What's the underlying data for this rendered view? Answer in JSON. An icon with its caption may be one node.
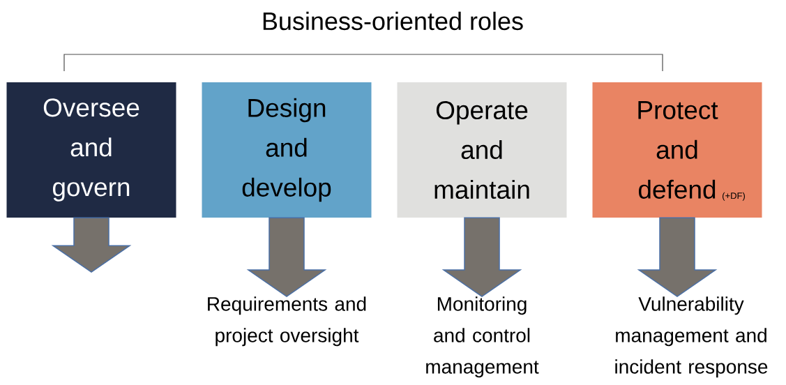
{
  "diagram": {
    "title": "Business-oriented roles",
    "nodes": [
      {
        "text": [
          "Oversee and govern"
        ]
      },
      {
        "text": [
          "Design and develop"
        ]
      },
      {
        "text": [
          "Operate and maintain"
        ]
      },
      {
        "text": [
          "Protect and defend",
          "(+DF)"
        ]
      },
      {
        "text": [
          "Requirements and project oversight"
        ]
      },
      {
        "text": [
          "Monitoring and control management"
        ]
      },
      {
        "text": [
          "Vulnerability management and incident response"
        ]
      }
    ],
    "edges": [
      {
        "from": 0,
        "to": null,
        "arrow": "to"
      },
      {
        "from": 1,
        "to": 4,
        "arrow": "to"
      },
      {
        "from": 2,
        "to": 5,
        "arrow": "to"
      },
      {
        "from": 3,
        "to": 6,
        "arrow": "to"
      }
    ]
  }
}
